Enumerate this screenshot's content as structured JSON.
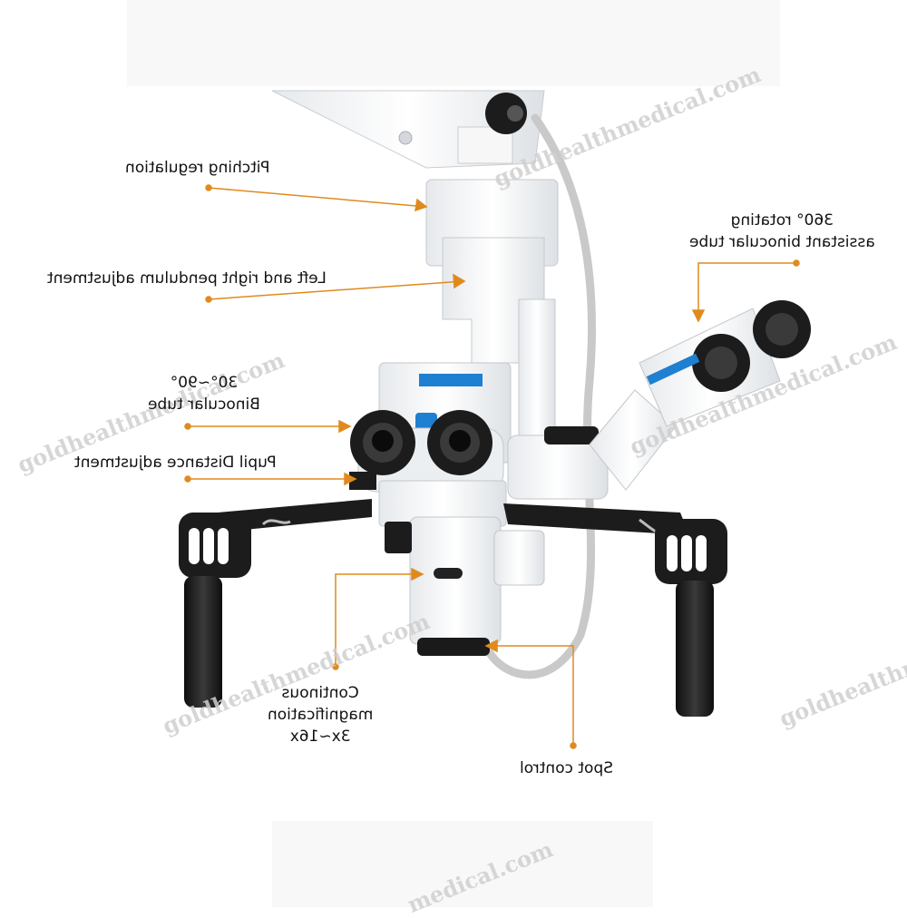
{
  "colors": {
    "accent": "#e08a1e",
    "device_white": "#f2f4f6",
    "device_black": "#1c1c1c",
    "blue_stripe": "#1f7fd0"
  },
  "callouts": {
    "pitching": "Pitching regulation",
    "pendulum": "Left and right pendulum adjustment",
    "rotating_line1": "360° rotating",
    "rotating_line2": "assistant binocular tube",
    "binocular_line1": "30°~90°",
    "binocular_line2": "Binocular tube",
    "pupil": "Pupil Distance adjustment",
    "magnification_line1": "Continous",
    "magnification_line2": "magnification",
    "magnification_line3": "3x~16x",
    "spot": "Spot control"
  },
  "watermark": "goldhealthmedical.com",
  "watermark_truncated": "goldhealthme",
  "watermark_bottom": "medical.com"
}
